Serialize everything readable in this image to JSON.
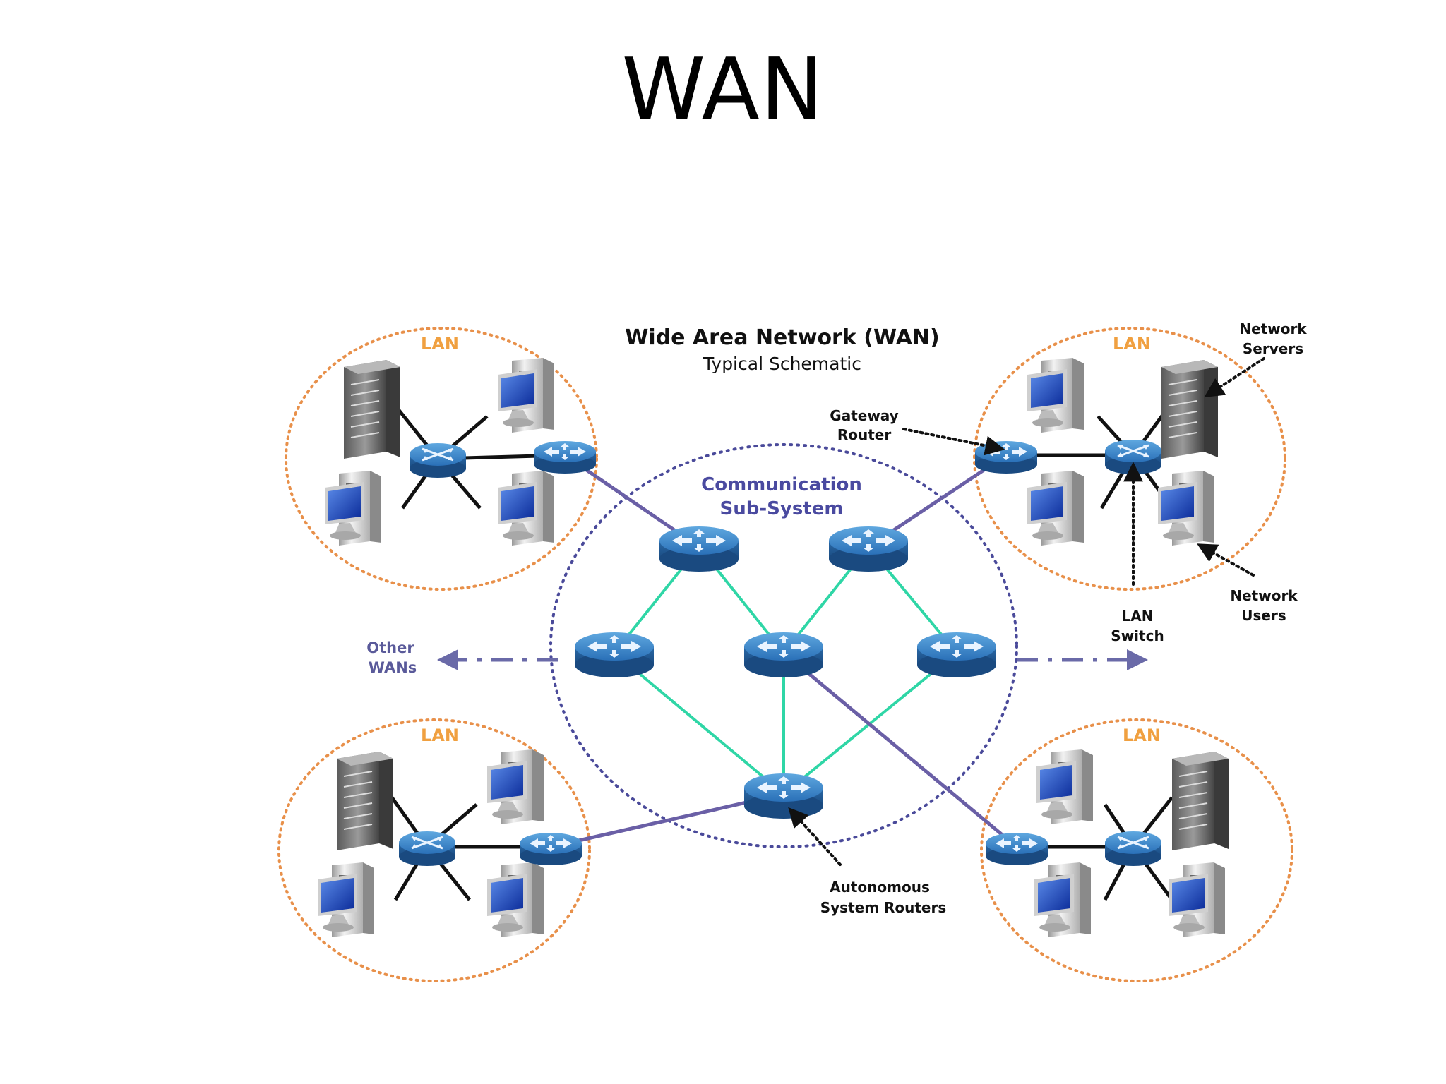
{
  "slide_title": "WAN",
  "diagram": {
    "title": "Wide Area Network (WAN)",
    "subtitle": "Typical Schematic",
    "lan_label": "LAN",
    "comm_line1": "Communication",
    "comm_line2": "Sub-System",
    "other_wans_line1": "Other",
    "other_wans_line2": "WANs",
    "gateway_line1": "Gateway",
    "gateway_line2": "Router",
    "servers_line1": "Network",
    "servers_line2": "Servers",
    "users_line1": "Network",
    "users_line2": "Users",
    "switch_line1": "LAN",
    "switch_line2": "Switch",
    "as_line1": "Autonomous",
    "as_line2": "System Routers"
  },
  "colors": {
    "lan_boundary": "#e8904a",
    "comm_boundary": "#4a4a9a",
    "core_link": "#2fd6a6",
    "gateway_link": "#6a5fa6",
    "router": "#3a86c8",
    "monitor_screen": "#1a50c8"
  }
}
